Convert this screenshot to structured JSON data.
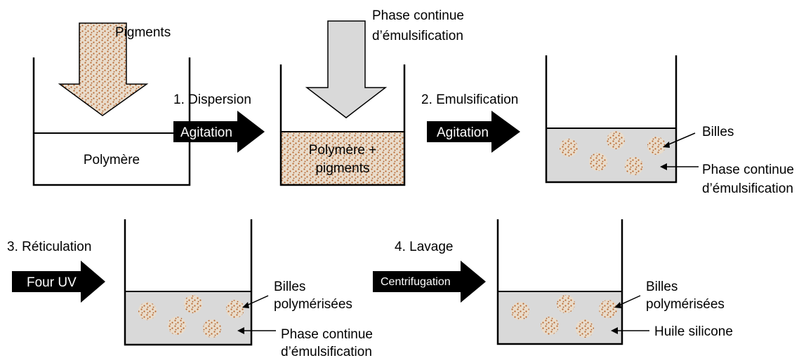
{
  "colors": {
    "pigment_fill": "#e9dccb",
    "pigment_dot": "#b7672f",
    "emulsion_fill": "#d9d9d9",
    "arrow_dark": "#000000",
    "outline": "#000000"
  },
  "icons": [
    "container",
    "down-arrow",
    "process-arrow",
    "bead",
    "pointer-arrow"
  ],
  "steps": {
    "s1": {
      "title": "1. Dispersion",
      "action": "Agitation"
    },
    "s2": {
      "title": "2. Emulsification",
      "action": "Agitation"
    },
    "s3": {
      "title": "3. Réticulation",
      "action": "Four UV"
    },
    "s4": {
      "title": "4. Lavage",
      "action": "Centrifugation"
    }
  },
  "labels": {
    "pigments": "Pigments",
    "phase_in_1": "Phase continue",
    "phase_in_2": "d’émulsification",
    "polymere": "Polymère",
    "poly_pig_1": "Polymère +",
    "poly_pig_2": "pigments",
    "billes": "Billes",
    "phase_cont_1": "Phase continue",
    "phase_cont_2": "d’émulsification",
    "billes_poly_1": "Billes",
    "billes_poly_2": "polymérisées",
    "phase_cont2_1": "Phase continue",
    "phase_cont2_2": "d’émulsification",
    "billes_poly2_1": "Billes",
    "billes_poly2_2": "polymérisées",
    "huile": "Huile silicone"
  }
}
